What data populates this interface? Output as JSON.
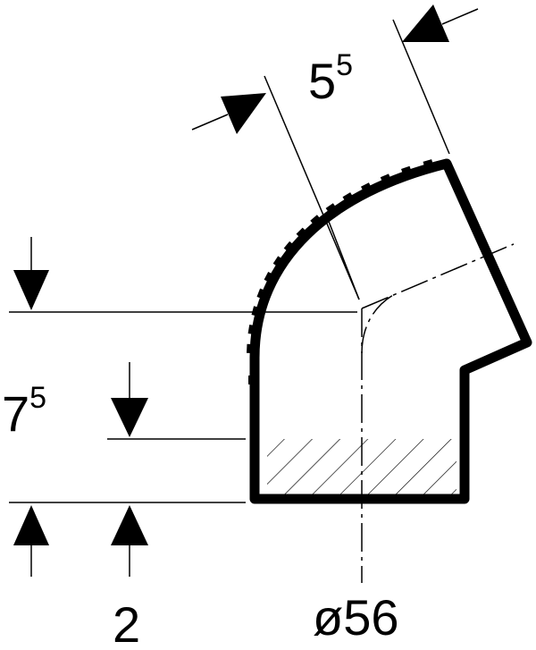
{
  "dimensions": {
    "offset_height": {
      "base": "7",
      "exp": "5"
    },
    "socket_depth": {
      "base": "5",
      "exp": "5"
    },
    "wall_offset": "2",
    "diameter": "ø56"
  },
  "colors": {
    "stroke": "#000000",
    "background": "#ffffff"
  }
}
